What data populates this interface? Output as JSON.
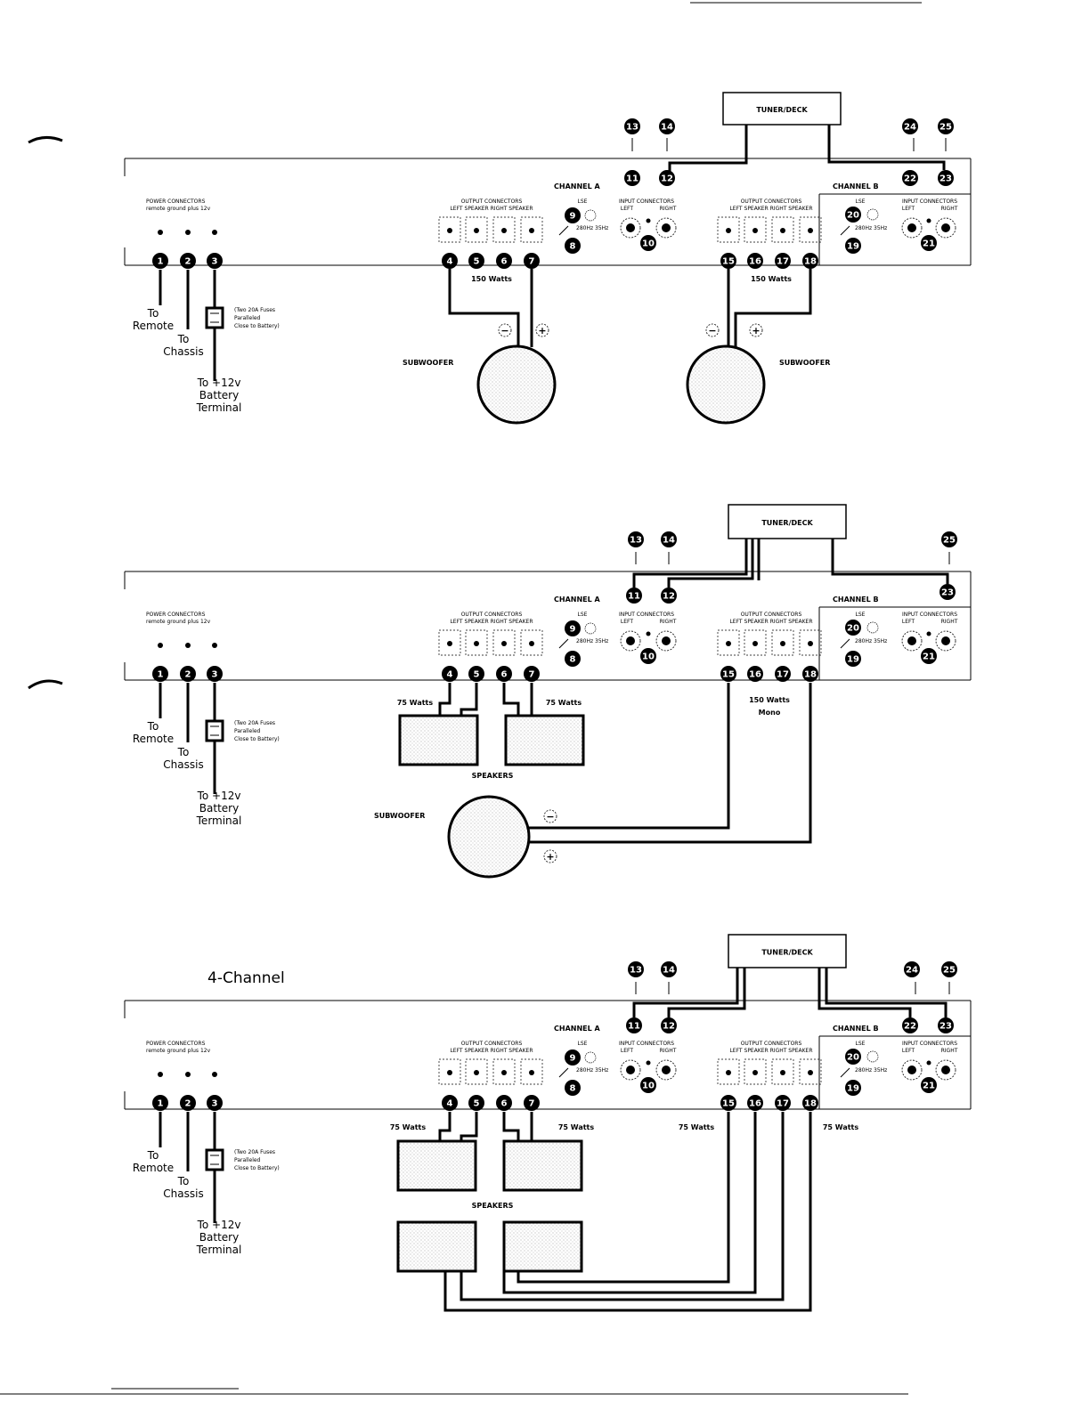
{
  "panels": [
    {
      "id": "panel1",
      "tuner_label": "TUNER/DECK",
      "channel_a_label": "CHANNEL A",
      "channel_b_label": "CHANNEL B",
      "power_connectors_label": "POWER CONNECTORS",
      "power_terminals_label": "remote ground plus 12v",
      "output_connectors_label": "OUTPUT CONNECTORS",
      "speaker_headings": "LEFT SPEAKER RIGHT SPEAKER",
      "input_connectors_label": "INPUT CONNECTORS",
      "input_left_label": "LEFT",
      "input_right_label": "RIGHT",
      "lse_label": "LSE",
      "freq_label": "280Hz 35Hz",
      "fuse_note": [
        "(Two 20A Fuses",
        "Paralleled",
        "Close to Battery)"
      ],
      "to_remote": [
        "To",
        "Remote"
      ],
      "to_chassis": [
        "To",
        "Chassis"
      ],
      "to_battery": [
        "To +12v",
        "Battery",
        "Terminal"
      ],
      "watts_a": "150 Watts",
      "watts_b": "150 Watts",
      "sub_left_label": "SUBWOOFER",
      "sub_right_label": "SUBWOOFER",
      "minus": "−",
      "plus": "+",
      "callouts_top": [
        "13",
        "14",
        "24",
        "25"
      ],
      "callouts_panel": [
        "11",
        "12",
        "22",
        "23"
      ]
    },
    {
      "id": "panel2",
      "tuner_label": "TUNER/DECK",
      "channel_a_label": "CHANNEL A",
      "channel_b_label": "CHANNEL B",
      "power_connectors_label": "POWER CONNECTORS",
      "power_terminals_label": "remote ground plus 12v",
      "output_connectors_label": "OUTPUT CONNECTORS",
      "speaker_headings": "LEFT SPEAKER RIGHT SPEAKER",
      "input_connectors_label": "INPUT CONNECTORS",
      "input_left_label": "LEFT",
      "input_right_label": "RIGHT",
      "lse_label": "LSE",
      "freq_label": "280Hz 35Hz",
      "fuse_note": [
        "(Two 20A Fuses",
        "Paralleled",
        "Close to Battery)"
      ],
      "to_remote": [
        "To",
        "Remote"
      ],
      "to_chassis": [
        "To",
        "Chassis"
      ],
      "to_battery": [
        "To +12v",
        "Battery",
        "Terminal"
      ],
      "watts_left": "75 Watts",
      "watts_right": "75 Watts",
      "watts_mono": [
        "150 Watts",
        "Mono"
      ],
      "speakers_label": "SPEAKERS",
      "sub_label": "SUBWOOFER",
      "minus": "−",
      "plus": "+",
      "callouts_top": [
        "13",
        "14",
        "25"
      ],
      "callouts_panel": [
        "11",
        "12",
        "23"
      ]
    },
    {
      "id": "panel3",
      "title": "4-Channel",
      "tuner_label": "TUNER/DECK",
      "channel_a_label": "CHANNEL A",
      "channel_b_label": "CHANNEL B",
      "power_connectors_label": "POWER CONNECTORS",
      "power_terminals_label": "remote ground plus 12v",
      "output_connectors_label": "OUTPUT CONNECTORS",
      "speaker_headings": "LEFT SPEAKER RIGHT SPEAKER",
      "input_connectors_label": "INPUT CONNECTORS",
      "input_left_label": "LEFT",
      "input_right_label": "RIGHT",
      "lse_label": "LSE",
      "freq_label": "280Hz 35Hz",
      "fuse_note": [
        "(Two 20A Fuses",
        "Paralleled",
        "Close to Battery)"
      ],
      "to_remote": [
        "To",
        "Remote"
      ],
      "to_chassis": [
        "To",
        "Chassis"
      ],
      "to_battery": [
        "To +12v",
        "Battery",
        "Terminal"
      ],
      "watts": [
        "75 Watts",
        "75 Watts",
        "75 Watts",
        "75 Watts"
      ],
      "speakers_label": "SPEAKERS",
      "callouts_top": [
        "13",
        "14",
        "24",
        "25"
      ],
      "callouts_panel": [
        "11",
        "12",
        "22",
        "23"
      ]
    }
  ],
  "terminal_numbers": [
    "1",
    "2",
    "3",
    "4",
    "5",
    "6",
    "7",
    "8",
    "9",
    "10",
    "15",
    "16",
    "17",
    "18",
    "19",
    "20",
    "21"
  ]
}
